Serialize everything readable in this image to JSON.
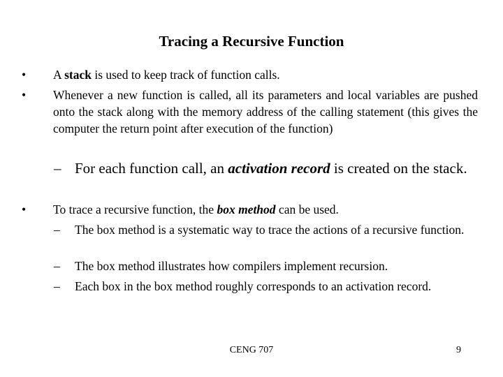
{
  "slide": {
    "title": "Tracing a Recursive Function",
    "bullets": [
      {
        "marker": "•",
        "parts": [
          {
            "t": "A "
          },
          {
            "t": "stack",
            "b": true
          },
          {
            "t": " is used to keep track of function calls."
          }
        ]
      },
      {
        "marker": "•",
        "parts": [
          {
            "t": "Whenever a new function is called, all its parameters and local variables are pushed onto the stack along with the memory address of the calling statement (this gives the computer the return point after execution of the function)"
          }
        ],
        "subs": [
          {
            "marker": "–",
            "big": true,
            "parts": [
              {
                "t": "For each function call, an "
              },
              {
                "t": "activation record",
                "b": true,
                "i": true
              },
              {
                "t": " is created on the stack."
              }
            ]
          }
        ]
      },
      {
        "marker": "•",
        "parts": [
          {
            "t": "To trace a recursive function, the "
          },
          {
            "t": "box method",
            "b": true,
            "i": true
          },
          {
            "t": " can be used."
          }
        ],
        "subs": [
          {
            "marker": "–",
            "parts": [
              {
                "t": "The box method is a systematic way to trace the actions of a recursive function."
              }
            ]
          },
          {
            "marker": "–",
            "parts": [
              {
                "t": "The box method illustrates how compilers implement recursion."
              }
            ]
          },
          {
            "marker": "–",
            "parts": [
              {
                "t": "Each box in the box method roughly corresponds to an activation record."
              }
            ]
          }
        ]
      }
    ],
    "footer": {
      "course": "CENG 707",
      "page_number": "9"
    }
  }
}
